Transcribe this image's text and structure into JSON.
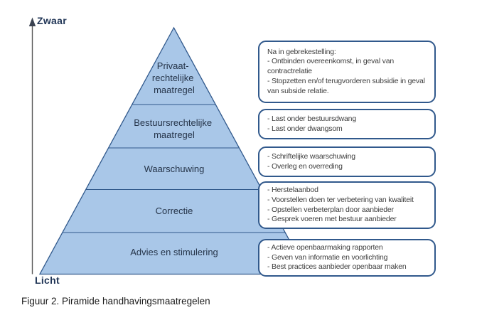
{
  "axis": {
    "top_label": "Zwaar",
    "bottom_label": "Licht"
  },
  "pyramid": {
    "fill_color": "#a9c7e8",
    "border_color": "#31598c",
    "layers": [
      {
        "label_lines": [
          "Privaat-",
          "rechtelijke",
          "maatregel"
        ]
      },
      {
        "label_lines": [
          "Bestuursrechtelijke",
          "maatregel"
        ]
      },
      {
        "label_lines": [
          "Waarschuwing"
        ]
      },
      {
        "label_lines": [
          "Correctie"
        ]
      },
      {
        "label_lines": [
          "Advies en stimulering"
        ]
      }
    ]
  },
  "callouts": [
    {
      "lines": [
        "Na in gebrekestelling:",
        "- Ontbinden overeenkomst, in geval van contractrelatie",
        "- Stopzetten en/of terugvorderen subsidie in geval van subside relatie."
      ]
    },
    {
      "lines": [
        "- Last onder bestuursdwang",
        "- Last onder dwangsom"
      ]
    },
    {
      "lines": [
        "- Schriftelijke waarschuwing",
        "- Overleg en overreding"
      ]
    },
    {
      "lines": [
        "- Herstelaanbod",
        "- Voorstellen doen ter verbetering van kwaliteit",
        "- Opstellen verbeterplan door aanbieder",
        "- Gesprek voeren met bestuur aanbieder"
      ]
    },
    {
      "lines": [
        "- Actieve openbaarmaking rapporten",
        "- Geven van informatie en voorlichting",
        "- Best practices aanbieder openbaar maken"
      ]
    }
  ],
  "caption": "Figuur 2. Piramide handhavingsmaatregelen"
}
